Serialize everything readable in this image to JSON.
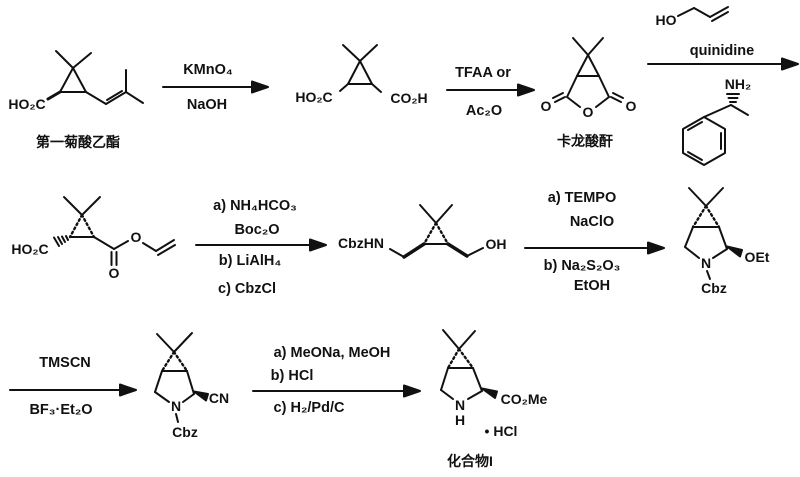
{
  "colors": {
    "ink": "#111111",
    "background": "#ffffff"
  },
  "molecules": {
    "m1": {
      "acid": "HO₂C",
      "name": "第一菊酸乙酯"
    },
    "m2": {
      "acid_left": "HO₂C",
      "acid_right": "CO₂H"
    },
    "m3": {
      "o_left": "O",
      "o_ring": "O",
      "o_right": "O",
      "name": "卡龙酸酐"
    },
    "allyl_alcohol": {
      "ho": "HO"
    },
    "phenylethylamine": {
      "nh2": "NH₂"
    },
    "m4": {
      "acid": "HO₂C",
      "ester_o": "O",
      "carbonyl_o": "O"
    },
    "m5": {
      "amine": "CbzHN",
      "alcohol": "OH"
    },
    "m6": {
      "n": "N",
      "n_protecting": "Cbz",
      "ether": "OEt"
    },
    "m7": {
      "n": "N",
      "n_protecting": "Cbz",
      "nitrile": "CN"
    },
    "m8": {
      "n": "N",
      "nh": "H",
      "ester": "CO₂Me",
      "salt": "• HCl",
      "name": "化合物I"
    }
  },
  "steps": {
    "step1": {
      "above": "KMnO₄",
      "below": "NaOH"
    },
    "step2": {
      "above": "TFAA or",
      "below": "Ac₂O"
    },
    "step3": {
      "reagent": "quinidine"
    },
    "step4": {
      "above1": "a) NH₄HCO₃",
      "above2": "Boc₂O",
      "below1": "b) LiAlH₄",
      "below2": "c) CbzCl"
    },
    "step5": {
      "above1": "a) TEMPO",
      "above2": "NaClO",
      "below1": "b) Na₂S₂O₃",
      "below2": "EtOH"
    },
    "step6": {
      "above": "TMSCN",
      "below": "BF₃·Et₂O"
    },
    "step7": {
      "above1": "a) MeONa, MeOH",
      "above2": "b) HCl",
      "below1": "c) H₂/Pd/C"
    }
  }
}
